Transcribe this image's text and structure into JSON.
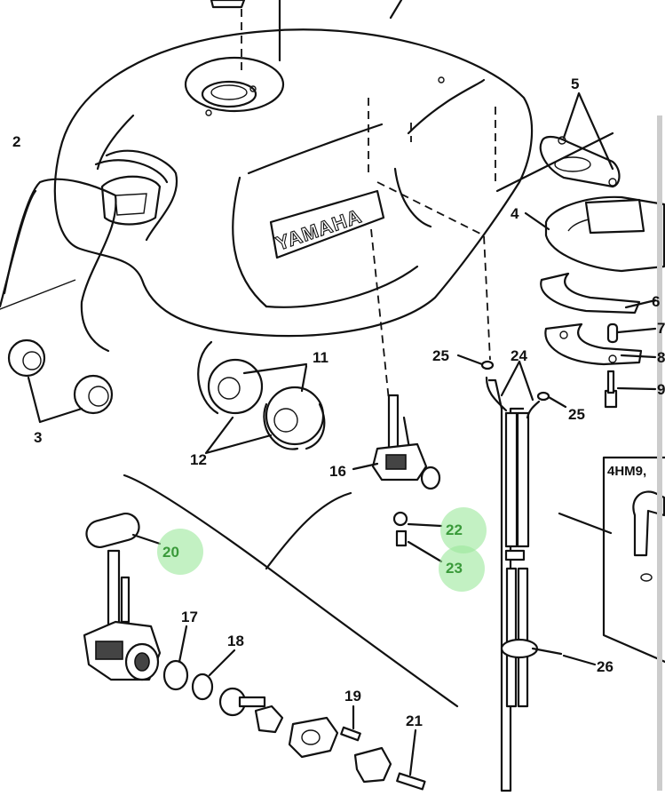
{
  "brand": "YAMAHA",
  "highlight_color": "#9be89b",
  "highlight_text_color": "#3a9a3a",
  "inset_code": "4HM9,",
  "callouts": [
    {
      "id": "c2",
      "text": "2",
      "highlighted": false
    },
    {
      "id": "c3",
      "text": "3",
      "highlighted": false
    },
    {
      "id": "c4",
      "text": "4",
      "highlighted": false
    },
    {
      "id": "c5",
      "text": "5",
      "highlighted": false
    },
    {
      "id": "c6",
      "text": "6",
      "highlighted": false
    },
    {
      "id": "c7",
      "text": "7",
      "highlighted": false
    },
    {
      "id": "c8",
      "text": "8",
      "highlighted": false
    },
    {
      "id": "c9",
      "text": "9",
      "highlighted": false
    },
    {
      "id": "c11",
      "text": "11",
      "highlighted": false
    },
    {
      "id": "c12",
      "text": "12",
      "highlighted": false
    },
    {
      "id": "c16",
      "text": "16",
      "highlighted": false
    },
    {
      "id": "c17",
      "text": "17",
      "highlighted": false
    },
    {
      "id": "c18",
      "text": "18",
      "highlighted": false
    },
    {
      "id": "c19",
      "text": "19",
      "highlighted": false
    },
    {
      "id": "c20",
      "text": "20",
      "highlighted": true
    },
    {
      "id": "c21",
      "text": "21",
      "highlighted": false
    },
    {
      "id": "c22",
      "text": "22",
      "highlighted": true
    },
    {
      "id": "c23",
      "text": "23",
      "highlighted": true
    },
    {
      "id": "c24",
      "text": "24",
      "highlighted": false
    },
    {
      "id": "c25a",
      "text": "25",
      "highlighted": false
    },
    {
      "id": "c25b",
      "text": "25",
      "highlighted": false
    },
    {
      "id": "c26",
      "text": "26",
      "highlighted": false
    }
  ]
}
